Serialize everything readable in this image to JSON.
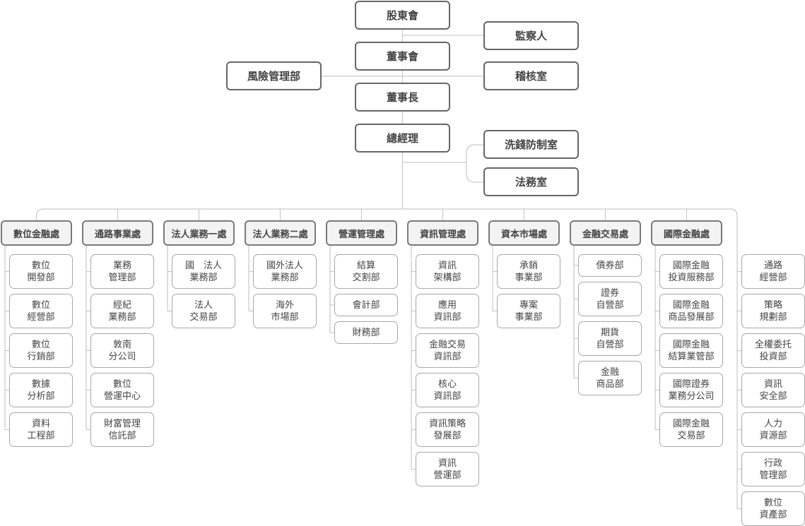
{
  "colors": {
    "line": "#c9c9c9",
    "border": "#666666",
    "text": "#444444",
    "division_fill": "#f3f3f3"
  },
  "top": {
    "shareholders": "股東會",
    "supervisor": "監察人",
    "board": "董事會",
    "risk": "風險管理部",
    "audit": "稽核室",
    "chairman": "董事長",
    "president": "總經理",
    "aml": "洗錢防制室",
    "legal": "法務室"
  },
  "divisions": [
    {
      "name": "數位金融處",
      "departments": [
        "數位\n開發部",
        "數位\n經營部",
        "數位\n行銷部",
        "數據\n分析部",
        "資料\n工程部"
      ]
    },
    {
      "name": "通路事業處",
      "departments": [
        "業務\n管理部",
        "經紀\n業務部",
        "敦南\n分公司",
        "數位\n營運中心",
        "財富管理\n信託部"
      ]
    },
    {
      "name": "法人業務一處",
      "departments": [
        "國　法人\n業務部",
        "法人\n交易部"
      ]
    },
    {
      "name": "法人業務二處",
      "departments": [
        "國外法人\n業務部",
        "海外\n市場部"
      ]
    },
    {
      "name": "營運管理處",
      "departments": [
        "結算\n交割部",
        "會計部",
        "財務部"
      ]
    },
    {
      "name": "資訊管理處",
      "departments": [
        "資訊\n架構部",
        "應用\n資訊部",
        "金融交易\n資訊部",
        "核心\n資訊部",
        "資訊策略\n發展部",
        "資訊\n營運部"
      ]
    },
    {
      "name": "資本市場處",
      "departments": [
        "承銷\n事業部",
        "專案\n事業部"
      ]
    },
    {
      "name": "金融交易處",
      "departments": [
        "債券部",
        "證券\n自營部",
        "期貨\n自營部",
        "金融\n商品部"
      ]
    },
    {
      "name": "國際金融處",
      "departments": [
        "國際金融\n投資服務部",
        "國際金融\n商品發展部",
        "國際金融\n結算業管部",
        "國際證券\n業務分公司",
        "國際金融\n交易部"
      ]
    }
  ],
  "direct_departments": [
    "通路\n經營部",
    "策略\n規劃部",
    "全權委托\n投資部",
    "資訊\n安全部",
    "人力\n資源部",
    "行政\n管理部",
    "數位\n資產部"
  ]
}
